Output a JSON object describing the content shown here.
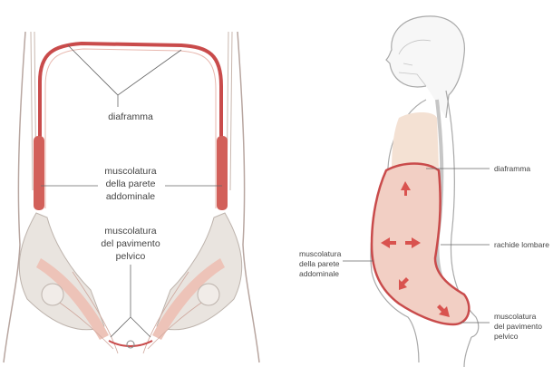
{
  "left_panel": {
    "label_diaphragm": "diaframma",
    "label_abdominal": [
      "muscolatura",
      "della parete",
      "addominale"
    ],
    "label_pelvic": [
      "muscolatura",
      "del pavimento",
      "pelvico"
    ]
  },
  "right_panel": {
    "label_diaphragm": "diaframma",
    "label_spine": "rachide lombare",
    "label_abdominal": [
      "muscolatura",
      "della parete",
      "addominale"
    ],
    "label_pelvic": [
      "muscolatura",
      "del pavimento",
      "pelvico"
    ]
  },
  "colors": {
    "muscle": "#c94b4b",
    "cavity": "#f2cfc4",
    "thorax": "#f4e1d3",
    "skin_outline": "#999999",
    "arrow": "#d9534f"
  }
}
